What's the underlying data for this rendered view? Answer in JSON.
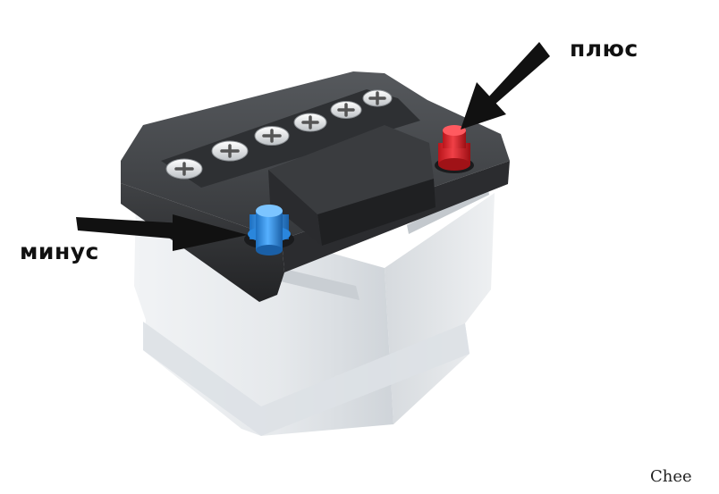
{
  "labels": {
    "plus": "плюс",
    "minus": "минус"
  },
  "watermark": "Chee",
  "colors": {
    "positive_terminal": "#e3262a",
    "negative_terminal": "#2f8fe6",
    "lid": "#3b3d40",
    "case": "#e4e7ea",
    "arrow": "#111111"
  },
  "icons": {
    "vent_cap": "plus-cap-icon",
    "arrow": "pointer-arrow-icon"
  },
  "vent_cap_count": 6
}
